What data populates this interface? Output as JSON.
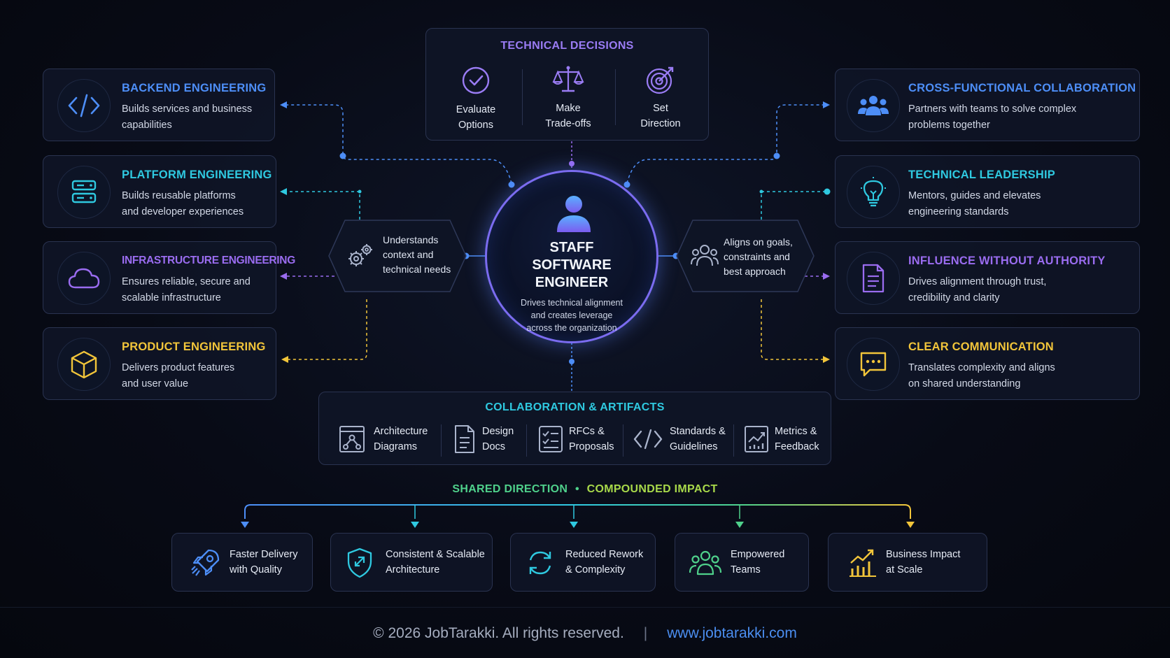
{
  "center": {
    "title_lines": [
      "STAFF",
      "SOFTWARE",
      "ENGINEER"
    ],
    "subtitle_lines": [
      "Drives technical alignment",
      "and creates leverage",
      "across the organization"
    ],
    "icon": "person-icon"
  },
  "technical_decisions": {
    "title": "TECHNICAL DECISIONS",
    "items": [
      {
        "lines": [
          "Evaluate",
          "Options"
        ],
        "icon": "check-circle-icon"
      },
      {
        "lines": [
          "Make",
          "Trade-offs"
        ],
        "icon": "scales-icon"
      },
      {
        "lines": [
          "Set",
          "Direction"
        ],
        "icon": "target-icon"
      }
    ]
  },
  "left_hex": {
    "lines": [
      "Understands",
      "context and",
      "technical needs"
    ],
    "icon": "gears-icon"
  },
  "right_hex": {
    "lines": [
      "Aligns on goals,",
      "constraints and",
      "best approach"
    ],
    "icon": "people-icon"
  },
  "left_roles": [
    {
      "title": "BACKEND ENGINEERING",
      "desc_lines": [
        "Builds services and business",
        "capabilities"
      ],
      "icon": "code-icon",
      "color": "#4d8ef7"
    },
    {
      "title": "PLATFORM ENGINEERING",
      "desc_lines": [
        "Builds reusable platforms",
        "and developer experiences"
      ],
      "icon": "server-icon",
      "color": "#2fc9e0"
    },
    {
      "title": "INFRASTRUCTURE ENGINEERING",
      "desc_lines": [
        "Ensures reliable, secure and",
        "scalable infrastructure"
      ],
      "icon": "cloud-icon",
      "color": "#9a6cf0"
    },
    {
      "title": "PRODUCT ENGINEERING",
      "desc_lines": [
        "Delivers product features",
        "and user value"
      ],
      "icon": "cube-icon",
      "color": "#f2c53a"
    }
  ],
  "right_roles": [
    {
      "title": "CROSS-FUNCTIONAL COLLABORATION",
      "desc_lines": [
        "Partners with teams to solve complex",
        "problems together"
      ],
      "icon": "team-icon",
      "color": "#4d8ef7"
    },
    {
      "title": "TECHNICAL LEADERSHIP",
      "desc_lines": [
        "Mentors, guides and elevates",
        "engineering standards"
      ],
      "icon": "lightbulb-icon",
      "color": "#2fc9e0"
    },
    {
      "title": "INFLUENCE WITHOUT AUTHORITY",
      "desc_lines": [
        "Drives alignment through trust,",
        "credibility and clarity"
      ],
      "icon": "document-icon",
      "color": "#9a6cf0"
    },
    {
      "title": "CLEAR COMMUNICATION",
      "desc_lines": [
        "Translates complexity and aligns",
        "on shared understanding"
      ],
      "icon": "chat-icon",
      "color": "#f2c53a"
    }
  ],
  "artifacts": {
    "title": "COLLABORATION & ARTIFACTS",
    "items": [
      {
        "lines": [
          "Architecture",
          "Diagrams"
        ],
        "icon": "diagram-icon"
      },
      {
        "lines": [
          "Design",
          "Docs"
        ],
        "icon": "doc-icon"
      },
      {
        "lines": [
          "RFCs &",
          "Proposals"
        ],
        "icon": "checklist-icon"
      },
      {
        "lines": [
          "Standards &",
          "Guidelines"
        ],
        "icon": "code-icon"
      },
      {
        "lines": [
          "Metrics &",
          "Feedback"
        ],
        "icon": "chart-icon"
      }
    ]
  },
  "impact": {
    "title_left": "SHARED DIRECTION",
    "bullet": "•",
    "title_right": "COMPOUNDED IMPACT",
    "items": [
      {
        "lines": [
          "Faster Delivery",
          "with Quality"
        ],
        "icon": "rocket-icon",
        "color": "#4d8ef7"
      },
      {
        "lines": [
          "Consistent & Scalable",
          "Architecture"
        ],
        "icon": "shield-icon",
        "color": "#2fc9e0"
      },
      {
        "lines": [
          "Reduced Rework",
          "& Complexity"
        ],
        "icon": "refresh-icon",
        "color": "#2fc9e0"
      },
      {
        "lines": [
          "Empowered",
          "Teams"
        ],
        "icon": "group-icon",
        "color": "#4fd18b"
      },
      {
        "lines": [
          "Business Impact",
          "at Scale"
        ],
        "icon": "growth-chart-icon",
        "color": "#f2c53a"
      }
    ]
  },
  "colors": {
    "blue": "#4d8ef7",
    "cyan": "#2fc9e0",
    "purple": "#9a6cf0",
    "yellow": "#f2c53a",
    "green": "#4fd18b"
  },
  "footer": {
    "copyright": "© 2026 JobTarakki. All rights reserved.",
    "separator": "|",
    "link": "www.jobtarakki.com"
  }
}
